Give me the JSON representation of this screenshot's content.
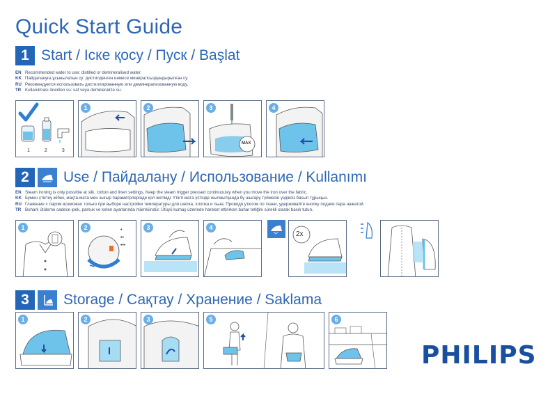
{
  "title": "Quick Start Guide",
  "sections": [
    {
      "number": "1",
      "title": "Start / Іске қосу / Пуск / Başlat",
      "lines": [
        {
          "code": "EN",
          "text": "Recommended water to use: distilled or demineralised water."
        },
        {
          "code": "KK",
          "text": "Пайдалануға ұсынылатын су: дистилденген немесе минералсыздандырылған су."
        },
        {
          "code": "RU",
          "text": "Рекомендуется использовать дистиллированную или деминерализованную воду."
        },
        {
          "code": "TR",
          "text": "Kullanılması önerilen su: saf veya demineralize su."
        }
      ],
      "panel_steps": [
        "1",
        "2",
        "3",
        "4"
      ],
      "water_labels": [
        "1",
        "2",
        "3"
      ],
      "max_label": "MAX"
    },
    {
      "number": "2",
      "title": "Use / Пайдалану / Использование / Kullanımı",
      "lines": [
        {
          "code": "EN",
          "text": "Steam ironing is only possible at silk, cotton and linen settings. Keep the steam trigger pressed continuously when you move the iron over the fabric."
        },
        {
          "code": "KK",
          "text": "Бумен үтіктеу жібек, мақта-мата мен зығыр параметрлерінде қол жетімді. Үтікті мата үстінде жылжытқанда бу шығару түймесін үздіксіз басып тұрыңыз."
        },
        {
          "code": "RU",
          "text": "Глажение с паром возможно только при выборе настройки температуры для шелка, хлопка и льна. Проводя утюгом по ткани, удерживайте кнопку подачи пара нажатой."
        },
        {
          "code": "TR",
          "text": "Buharlı ütüleme sadece ipek, pamuk ve keten ayarlarında mümkündür. Ütüyü kumaş üzerinde hareket ettirirken buhar tetiğini sürekli olarak basılı tutun."
        }
      ],
      "panel_steps": [
        "1",
        "2",
        "3",
        "4"
      ],
      "dial_symbols": [
        "•",
        "••",
        "•••"
      ],
      "repeat_label": "2x"
    },
    {
      "number": "3",
      "title": "Storage / Сақтау / Хранение / Saklama",
      "panel_steps": [
        "1",
        "2",
        "3",
        "5",
        "6"
      ]
    }
  ],
  "brand": "PHILIPS",
  "colors": {
    "accent": "#2366b8",
    "water": "#6ec3ea",
    "step_badge": "#6aaee6",
    "outline": "#5a6a85"
  },
  "icons": [
    "check-icon",
    "steam-iron-icon",
    "storage-icon",
    "water-bottle-icon",
    "tap-icon",
    "dial-icon"
  ]
}
